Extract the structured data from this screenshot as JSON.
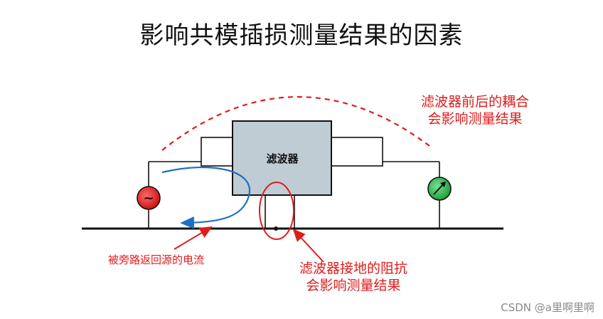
{
  "title": "影响共模插损测量结果的因素",
  "filter": {
    "label": "滤波器",
    "fill_color": "#c0ccd3"
  },
  "annotations": {
    "coupling_line1": "滤波器前后的耦合",
    "coupling_line2": "会影响测量结果",
    "bypass_current": "被旁路返回源的电流",
    "ground_line1": "滤波器接地的阻抗",
    "ground_line2": "会影响测量结果"
  },
  "source_symbol": "~",
  "colors": {
    "annotation": "#e01b1b",
    "source": "#e02020",
    "meter": "#22b14c",
    "current_path": "#1f6fc5",
    "wire": "#111111"
  },
  "watermark": "CSDN @a里啊里啊"
}
